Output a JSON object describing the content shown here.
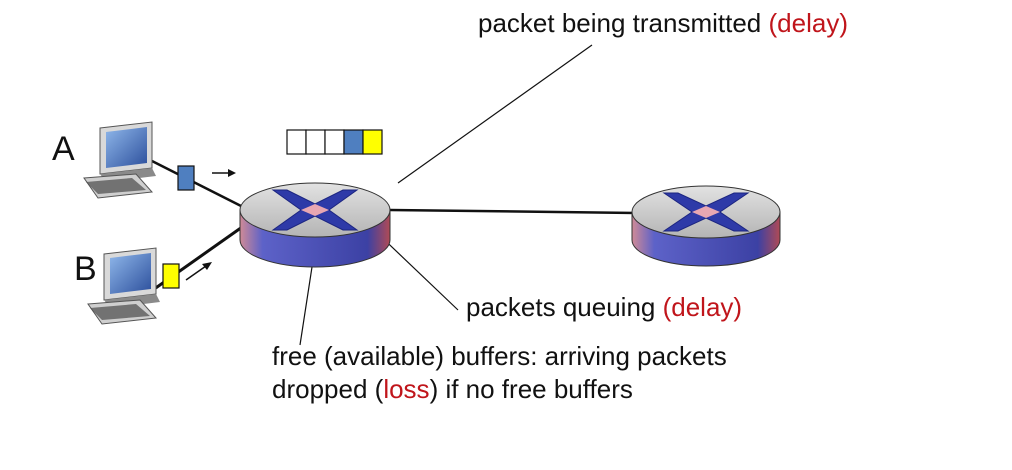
{
  "hosts": [
    {
      "label": "A",
      "packet_color": "#4f7fc0"
    },
    {
      "label": "B",
      "packet_color": "#ffff00"
    }
  ],
  "buffer": {
    "slots": [
      "free",
      "free",
      "free",
      "queued",
      "queued"
    ],
    "queued_colors": [
      "#4f7fc0",
      "#ffff00"
    ]
  },
  "labels": {
    "transmitted": {
      "text": "packet being transmitted ",
      "highlight": "(delay)"
    },
    "queuing": {
      "text": "packets queuing ",
      "highlight": "(delay)"
    },
    "buffers_line1": "free (available) buffers: arriving packets",
    "buffers_line2_pre": "dropped (",
    "buffers_line2_highlight": "loss",
    "buffers_line2_post": ") if no free buffers"
  },
  "colors": {
    "highlight": "#c0151b",
    "router_top": "#c8c8c8",
    "router_side": "#4b4fb0",
    "router_accent": "#b04a55",
    "arrow_blue": "#2e3aa8"
  }
}
